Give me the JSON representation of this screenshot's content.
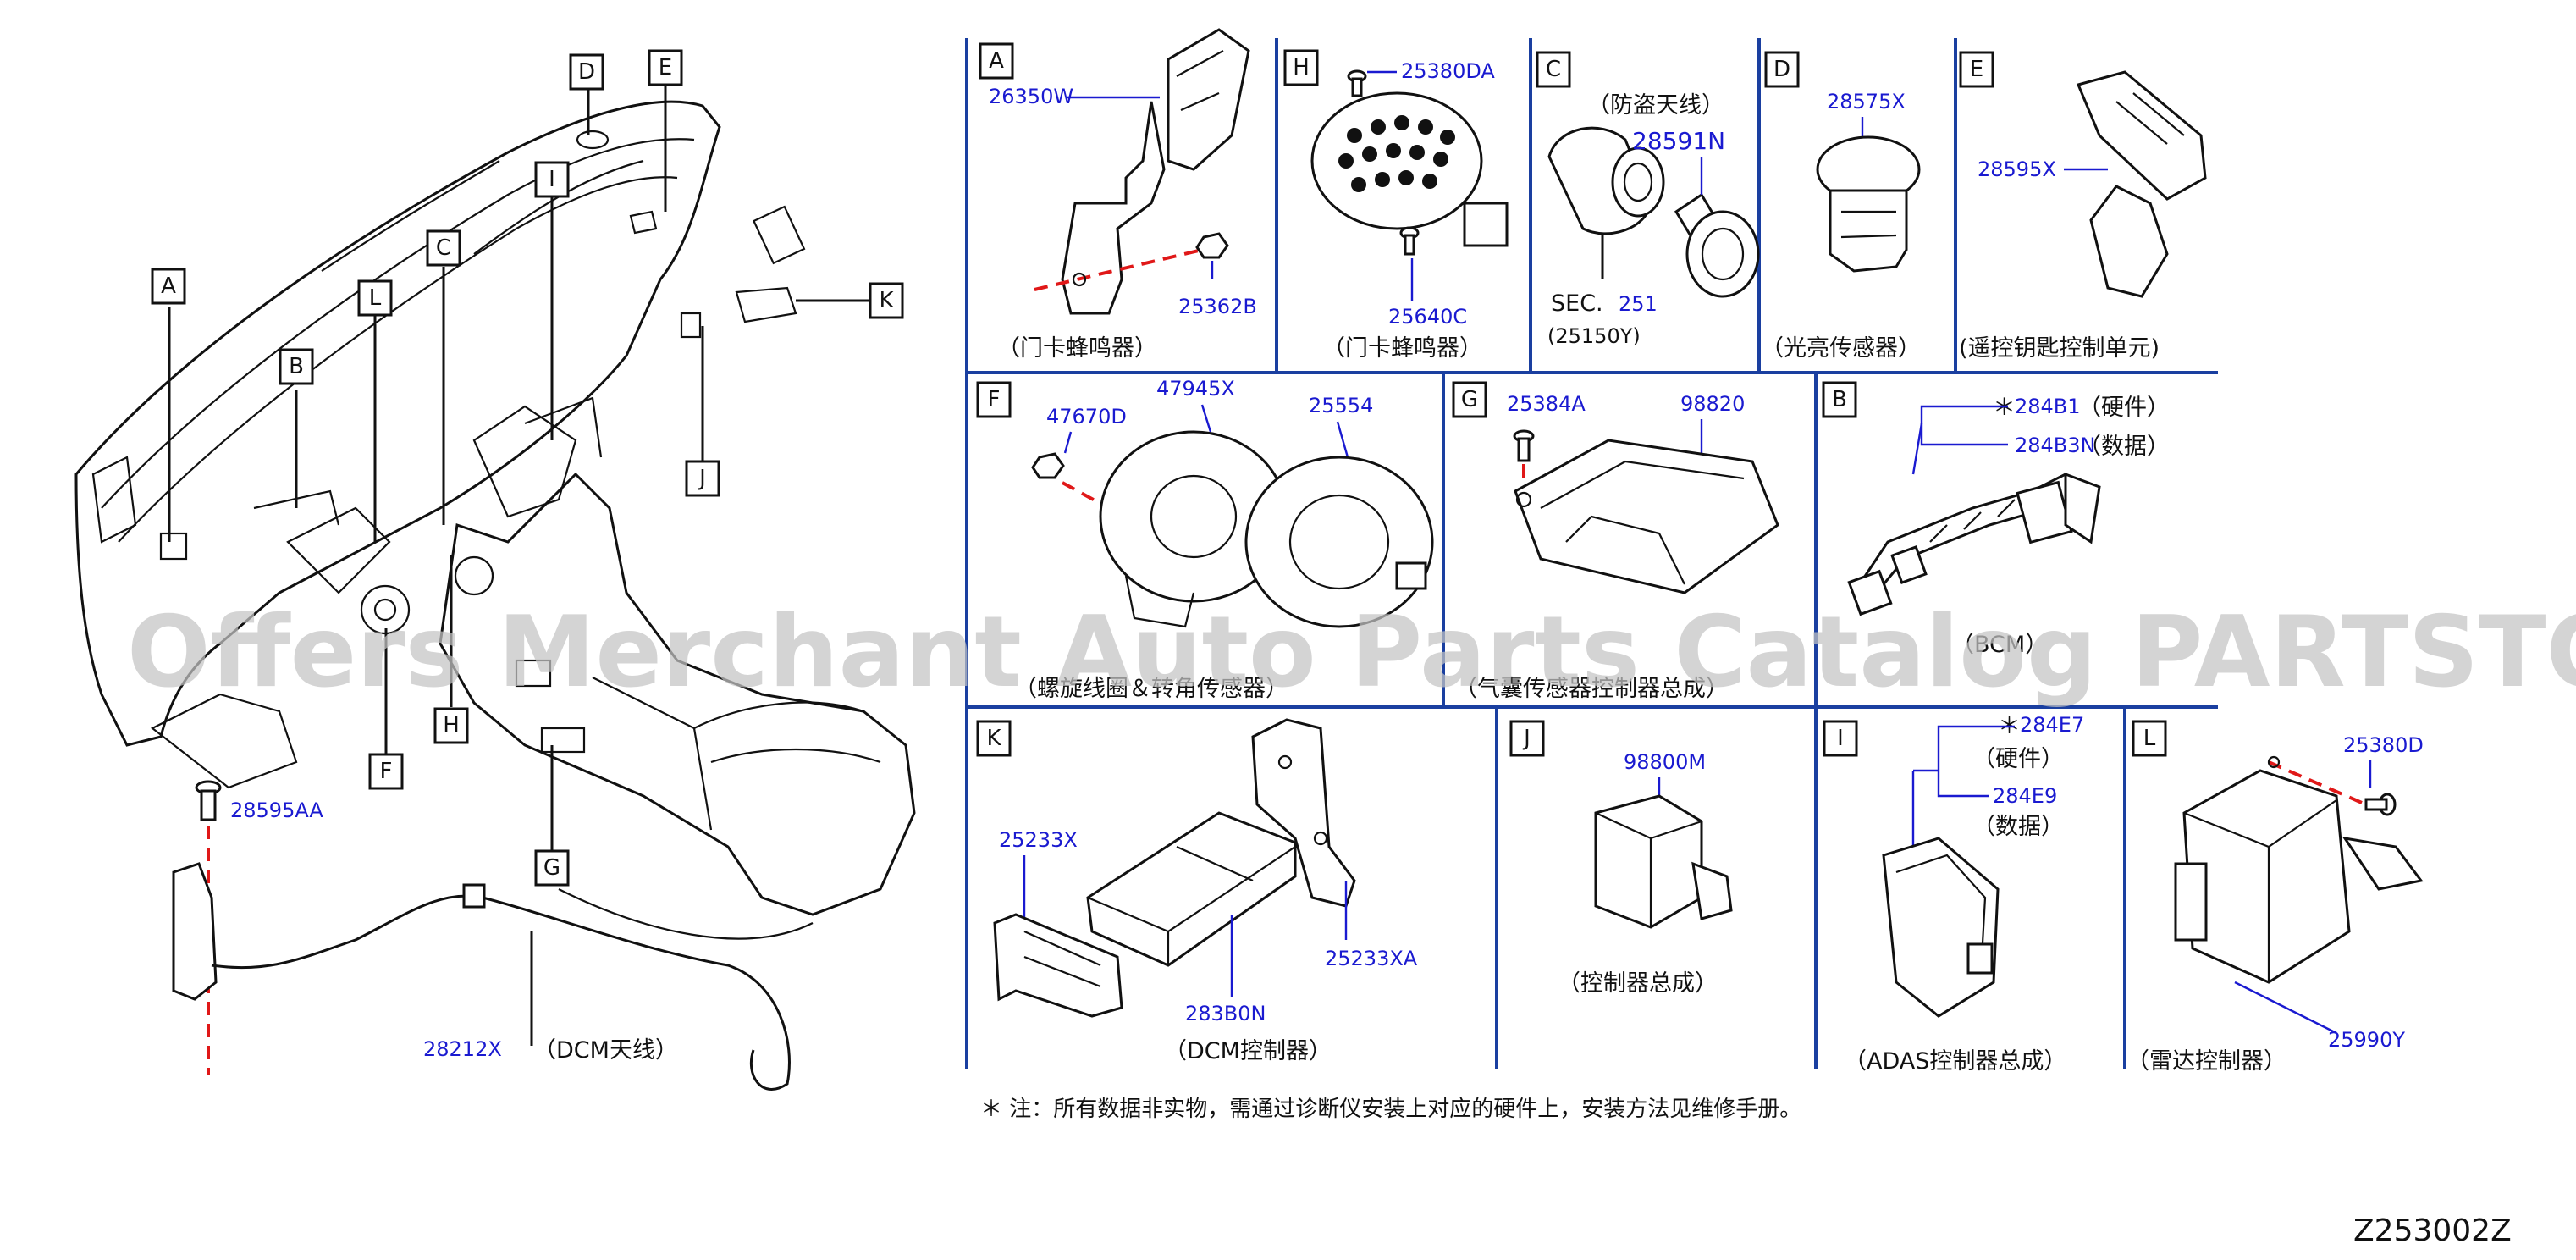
{
  "diagram": {
    "code": "Z253002Z",
    "watermark": "Offers Merchant Auto Parts Catalog PARTSTORE.SA",
    "note": "＊ 注：所有数据非实物，需通过诊断仪安装上对应的硬件上，安装方法见维修手册。"
  },
  "overview": {
    "callouts": [
      "A",
      "B",
      "C",
      "D",
      "E",
      "F",
      "G",
      "H",
      "I",
      "J",
      "K",
      "L"
    ],
    "parts": {
      "bolt": "28595AA",
      "antenna": "28212X"
    },
    "antenna_caption": "（DCM天线）"
  },
  "panels": {
    "A": {
      "letter": "A",
      "parts": [
        "26350W",
        "25362B"
      ],
      "caption": "（门卡蜂鸣器）"
    },
    "H": {
      "letter": "H",
      "parts": [
        "25380DA",
        "25640C"
      ],
      "caption": "（门卡蜂鸣器）"
    },
    "C": {
      "letter": "C",
      "note": "（防盗天线）",
      "parts": [
        "28591N"
      ],
      "sec_label": "SEC.",
      "sec_num": "251",
      "sec_sub": "(25150Y)"
    },
    "D": {
      "letter": "D",
      "parts": [
        "28575X"
      ],
      "caption": "（光亮传感器）"
    },
    "E": {
      "letter": "E",
      "parts": [
        "28595X"
      ],
      "caption": "(遥控钥匙控制单元)"
    },
    "F": {
      "letter": "F",
      "parts": [
        "47670D",
        "47945X",
        "25554"
      ],
      "caption": "（螺旋线圈＆转角传感器）"
    },
    "G": {
      "letter": "G",
      "parts": [
        "25384A",
        "98820"
      ],
      "caption": "（气囊传感器控制器总成）"
    },
    "B": {
      "letter": "B",
      "star": "＊",
      "parts": [
        "284B1",
        "284B3N"
      ],
      "tags": [
        "（硬件）",
        "（数据）"
      ],
      "caption": "（BCM）"
    },
    "K": {
      "letter": "K",
      "parts": [
        "25233X",
        "283B0N",
        "25233XA"
      ],
      "caption": "（DCM控制器）"
    },
    "J": {
      "letter": "J",
      "parts": [
        "98800M"
      ],
      "caption": "（控制器总成）"
    },
    "I": {
      "letter": "I",
      "star": "＊",
      "parts": [
        "284E7",
        "284E9"
      ],
      "tags": [
        "（硬件）",
        "（数据）"
      ],
      "caption": "（ADAS控制器总成）"
    },
    "L": {
      "letter": "L",
      "parts": [
        "25380D",
        "25990Y"
      ],
      "caption": "（雷达控制器）"
    }
  }
}
